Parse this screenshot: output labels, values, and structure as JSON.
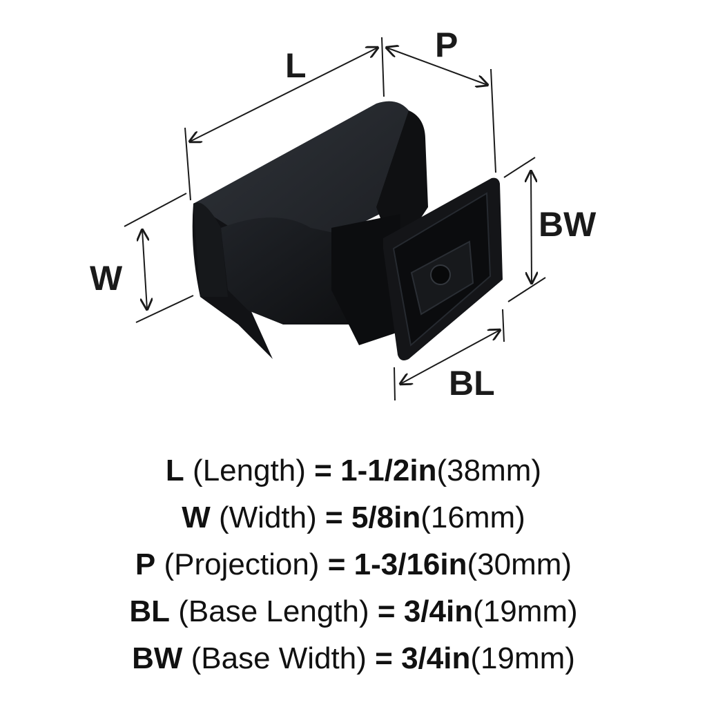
{
  "drawing": {
    "subject": "square cabinet knob, matte black",
    "labels": {
      "L": "L",
      "P": "P",
      "W": "W",
      "BW": "BW",
      "BL": "BL"
    },
    "colors": {
      "knob": "#15171a",
      "highlight": "#2c3036",
      "lines": "#1a1a1a",
      "background": "#ffffff"
    }
  },
  "specs": [
    {
      "symbol": "L",
      "name": "(Length)",
      "equals": "=",
      "imperial": "1-1/2in",
      "metric": "(38mm)"
    },
    {
      "symbol": "W",
      "name": "(Width)",
      "equals": "=",
      "imperial": "5/8in",
      "metric": "(16mm)"
    },
    {
      "symbol": "P",
      "name": "(Projection)",
      "equals": "=",
      "imperial": "1-3/16in",
      "metric": "(30mm)"
    },
    {
      "symbol": "BL",
      "name": "(Base Length)",
      "equals": "=",
      "imperial": "3/4in",
      "metric": "(19mm)"
    },
    {
      "symbol": "BW",
      "name": "(Base Width)",
      "equals": "=",
      "imperial": "3/4in",
      "metric": "(19mm)"
    }
  ]
}
